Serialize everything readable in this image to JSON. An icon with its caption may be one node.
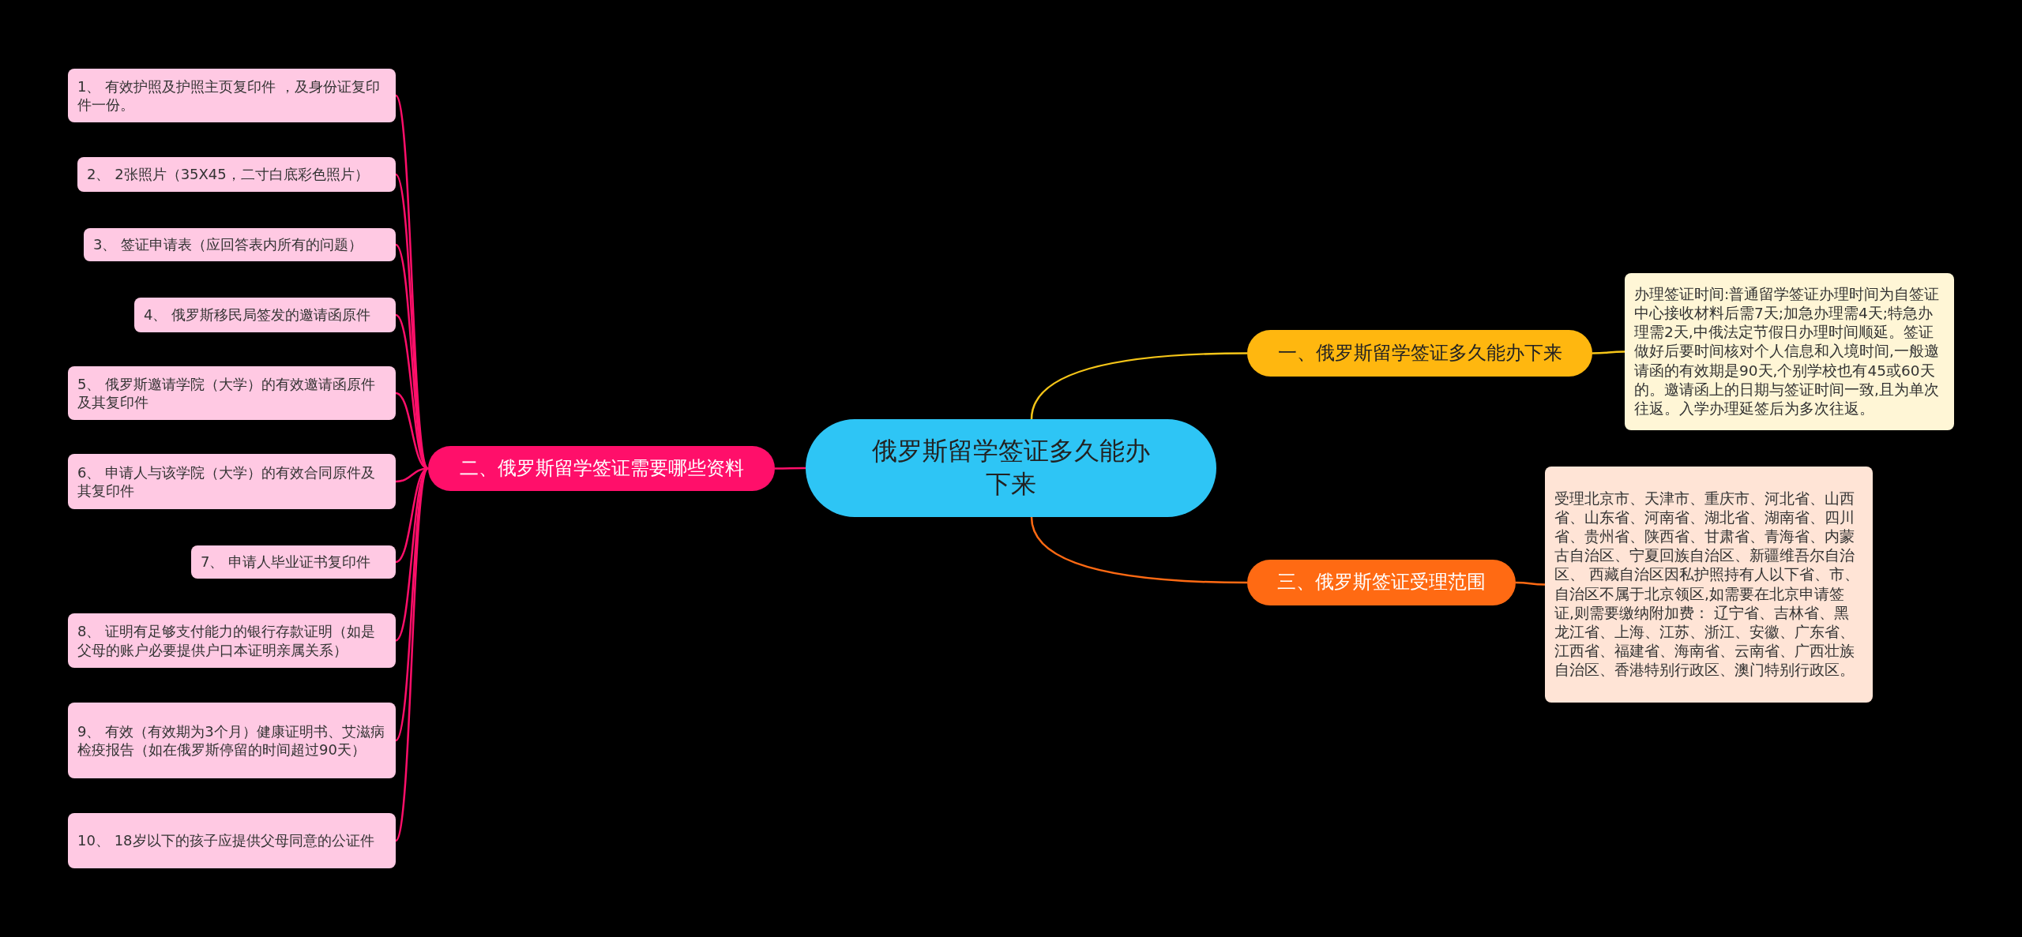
{
  "diagram": {
    "nodes": [
      {
        "text": [
          "俄罗斯留学签证多久能办下来"
        ]
      },
      {
        "text": [
          "一、俄罗斯留学签证多久能办下来"
        ]
      },
      {
        "text": [
          "办理签证时间:普通留学签证办理时间为自签证中心接收材料后需7天;加急办理需4天;特急办理需2天,中俄法定节假日办理时间顺延。签证做好后要时间核对个人信息和入境时间,一般邀请函的有效期是90天,个别学校也有45或60天的。邀请函上的日期与签证时间一致,且为单次往返。入学办理延签后为多次往返。"
        ]
      },
      {
        "text": [
          "三、俄罗斯签证受理范围"
        ]
      },
      {
        "text": [
          "受理北京市、天津市、重庆市、河北省、山西省、山东省、河南省、湖北省、湖南省、四川省、贵州省、陕西省、甘肃省、青海省、内蒙古自治区、宁夏回族自治区、新疆维吾尔自治区、 西藏自治区因私护照持有人以下省、市、自治区不属于北京领区,如需要在北京申请签证,则需要缴纳附加费： 辽宁省、吉林省、黑龙江省、上海、江苏、浙江、安徽、广东省、江西省、福建省、海南省、云南省、广西壮族自治区、香港特别行政区、澳门特别行政区。"
        ]
      },
      {
        "text": [
          "二、俄罗斯留学签证需要哪些资料"
        ]
      },
      {
        "text": [
          "1、 有效护照及护照主页复印件 ，及身份证复印件一份。"
        ]
      },
      {
        "text": [
          "2、 2张照片（35X45，二寸白底彩色照片）"
        ]
      },
      {
        "text": [
          "3、 签证申请表（应回答表内所有的问题）"
        ]
      },
      {
        "text": [
          "4、 俄罗斯移民局签发的邀请函原件"
        ]
      },
      {
        "text": [
          "5、 俄罗斯邀请学院（大学）的有效邀请函原件及其复印件"
        ]
      },
      {
        "text": [
          "6、 申请人与该学院（大学）的有效合同原件及其复印件"
        ]
      },
      {
        "text": [
          "7、 申请人毕业证书复印件"
        ]
      },
      {
        "text": [
          "8、 证明有足够支付能力的银行存款证明（如是父母的账户必要提供户口本证明亲属关系）"
        ]
      },
      {
        "text": [
          "9、 有效（有效期为3个月）健康证明书、艾滋病检疫报告（如在俄罗斯停留的时间超过90天）"
        ]
      },
      {
        "text": [
          "10、 18岁以下的孩子应提供父母同意的公证件"
        ]
      }
    ],
    "edges": [
      {
        "from": 0,
        "to": 1,
        "arrow": "none",
        "color": "#f5c518"
      },
      {
        "from": 1,
        "to": 2,
        "arrow": "none",
        "color": "#f5c518"
      },
      {
        "from": 0,
        "to": 3,
        "arrow": "none",
        "color": "#ff6a13"
      },
      {
        "from": 3,
        "to": 4,
        "arrow": "none",
        "color": "#ff6a13"
      },
      {
        "from": 0,
        "to": 5,
        "arrow": "none"
      },
      {
        "from": 5,
        "to": 6,
        "arrow": "none"
      },
      {
        "from": 5,
        "to": 7,
        "arrow": "none"
      },
      {
        "from": 5,
        "to": 8,
        "arrow": "none"
      },
      {
        "from": 5,
        "to": 9,
        "arrow": "none"
      },
      {
        "from": 5,
        "to": 10,
        "arrow": "none"
      },
      {
        "from": 5,
        "to": 11,
        "arrow": "none"
      },
      {
        "from": 5,
        "to": 12,
        "arrow": "none"
      },
      {
        "from": 5,
        "to": 13,
        "arrow": "none"
      },
      {
        "from": 5,
        "to": 14,
        "arrow": "none"
      },
      {
        "from": 5,
        "to": 15,
        "arrow": "none"
      }
    ]
  }
}
